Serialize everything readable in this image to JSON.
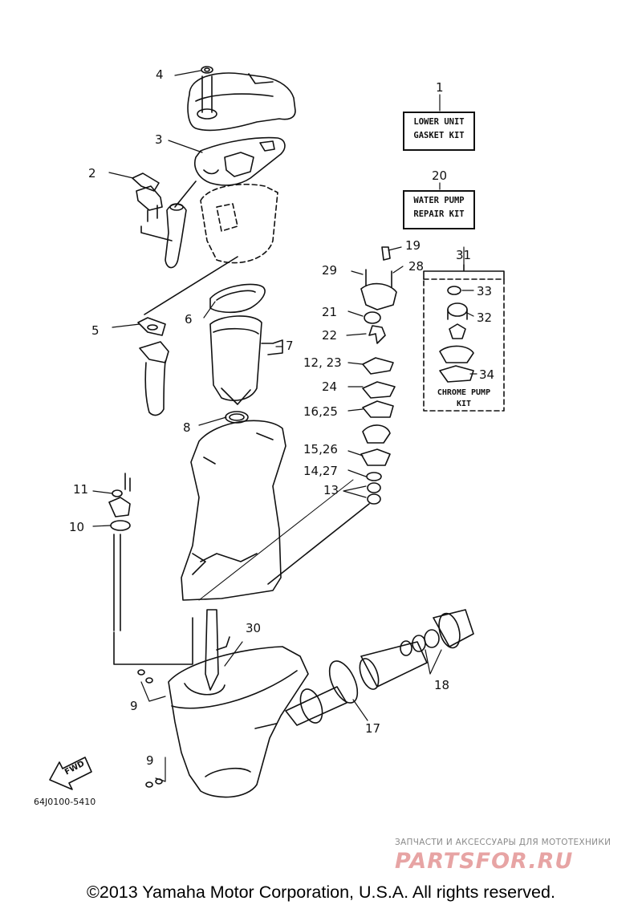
{
  "kits": {
    "lower_unit": {
      "number": "1",
      "line1": "LOWER UNIT",
      "line2": "GASKET KIT"
    },
    "water_pump": {
      "number": "20",
      "line1": "WATER PUMP",
      "line2": "REPAIR KIT"
    },
    "chrome_pump": {
      "number": "31",
      "line1": "CHROME PUMP",
      "line2": "KIT"
    }
  },
  "callouts": {
    "c2": "2",
    "c3": "3",
    "c4": "4",
    "c5": "5",
    "c6": "6",
    "c7": "7",
    "c8": "8",
    "c9a": "9",
    "c9b": "9",
    "c10": "10",
    "c11": "11",
    "c13": "13",
    "c1223": "12, 23",
    "c1425": "14,27",
    "c1526": "15,26",
    "c1625": "16,25",
    "c17": "17",
    "c18": "18",
    "c19": "19",
    "c21": "21",
    "c22": "22",
    "c24": "24",
    "c28": "28",
    "c29": "29",
    "c30": "30",
    "c32": "32",
    "c33": "33",
    "c34": "34"
  },
  "fwd_label": "FWD",
  "diagram_code": "64J0100-5410",
  "watermark": {
    "line1": "ЗАПЧАСТИ И АКСЕССУАРЫ ДЛЯ МОТОТЕХНИКИ",
    "brand": "PARTSFOR.RU"
  },
  "copyright": "©2013 Yamaha Motor Corporation, U.S.A. All rights reserved."
}
